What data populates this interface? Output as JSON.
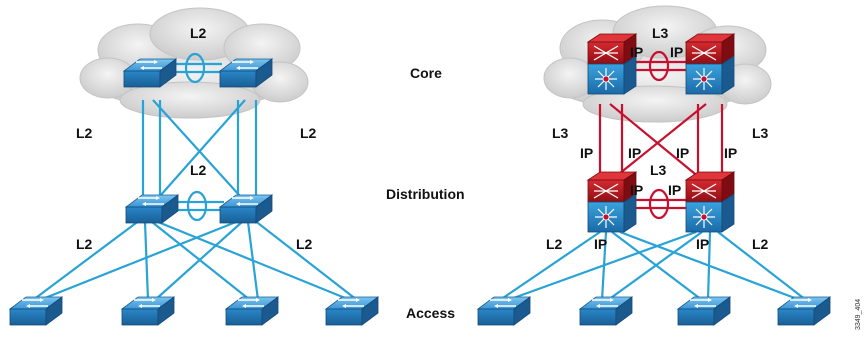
{
  "tiers": {
    "core": "Core",
    "distribution": "Distribution",
    "access": "Access"
  },
  "left": {
    "cloud_label": "L2",
    "core_dist_left": "L2",
    "core_dist_right": "L2",
    "dist_pair_label": "L2",
    "dist_access_left": "L2",
    "dist_access_right": "L2"
  },
  "right": {
    "cloud_label": "L3",
    "core_pair_ip_left": "IP",
    "core_pair_ip_right": "IP",
    "core_dist_left": "L3",
    "core_dist_right": "L3",
    "uplink_ip": [
      "IP",
      "IP",
      "IP",
      "IP"
    ],
    "dist_pair_label": "L3",
    "dist_pair_ip_left": "IP",
    "dist_pair_ip_right": "IP",
    "dist_access_left": "L2",
    "dist_access_right": "L2",
    "dist_down_ip_left": "IP",
    "dist_down_ip_right": "IP"
  },
  "figure_code": "3349_404",
  "colors": {
    "l2_link": "#29a3d6",
    "l3_link": "#c8102e",
    "switch_blue": "#2f8fd0",
    "router_red": "#b5121b",
    "cloud": "#d9d9d9"
  }
}
